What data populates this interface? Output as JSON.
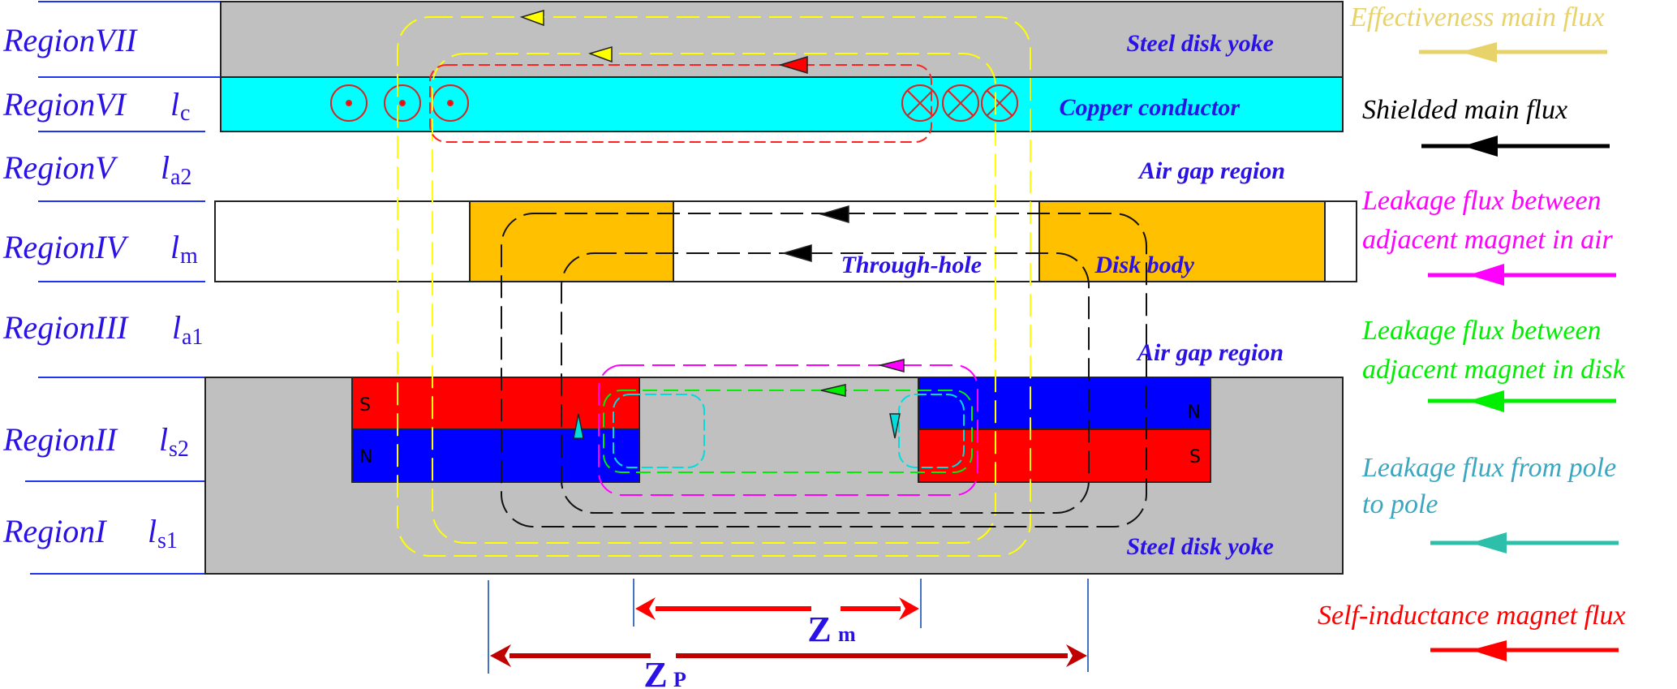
{
  "regions": [
    {
      "name": "RegionVII",
      "symbol": "",
      "sub": ""
    },
    {
      "name": "RegionVI",
      "symbol": "l",
      "sub": "c"
    },
    {
      "name": "RegionV",
      "symbol": "l",
      "sub": "a2"
    },
    {
      "name": "RegionIV",
      "symbol": "l",
      "sub": "m"
    },
    {
      "name": "RegionIII",
      "symbol": "l",
      "sub": "a1"
    },
    {
      "name": "RegionII",
      "symbol": "l",
      "sub": "s2"
    },
    {
      "name": "RegionI",
      "symbol": "l",
      "sub": "s1"
    }
  ],
  "labels": {
    "steel_top": "Steel disk yoke",
    "copper": "Copper conductor",
    "air_gap_top": "Air gap region",
    "through_hole": "Through-hole",
    "disk_body": "Disk body",
    "air_gap_bottom": "Air gap region",
    "steel_bottom": "Steel disk yoke"
  },
  "poles": {
    "left_top": "S",
    "left_bottom": "N",
    "right_top": "N",
    "right_bottom": "S"
  },
  "dimensions": {
    "zm_main": "Z",
    "zm_sub": "m",
    "zp_main": "Z",
    "zp_sub": "P"
  },
  "legend": [
    {
      "lines": [
        "Effectiveness main flux"
      ],
      "color": "#e8d36a",
      "arrow_color": "#e8d36a"
    },
    {
      "lines": [
        "Shielded main flux"
      ],
      "color": "#000000",
      "arrow_color": "#000000"
    },
    {
      "lines": [
        "Leakage flux between",
        "adjacent magnet in air"
      ],
      "color": "#ff00ff",
      "arrow_color": "#ff00ff"
    },
    {
      "lines": [
        "Leakage flux between",
        "adjacent magnet in disk"
      ],
      "color": "#00ee00",
      "arrow_color": "#00ee00"
    },
    {
      "lines": [
        "Leakage flux from pole",
        "to pole"
      ],
      "color": "#3aa6c0",
      "arrow_color": "#2dbfaa"
    },
    {
      "lines": [
        "Self-inductance magnet flux"
      ],
      "color": "#ff0000",
      "arrow_color": "#ff0000"
    }
  ],
  "colors": {
    "steel": "#c0c0c0",
    "copper": "#00ffff",
    "disk_body": "#ffc000",
    "magnet_s": "#ff0000",
    "magnet_n": "#0000ff",
    "label_blue": "#2a12e6",
    "region_line": "#2233ee"
  }
}
